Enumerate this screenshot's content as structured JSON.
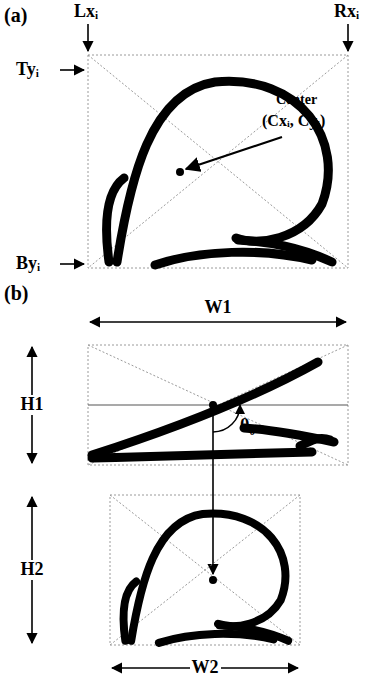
{
  "diagram": {
    "labels": [
      "(a)",
      "Lxᵢ",
      "Rxᵢ",
      "Tyᵢ",
      "Byᵢ",
      "Center",
      "(Cxᵢ, Cyᵢ)",
      "(b)",
      "W1",
      "H1",
      "θ₀",
      "H2",
      "W2"
    ]
  }
}
